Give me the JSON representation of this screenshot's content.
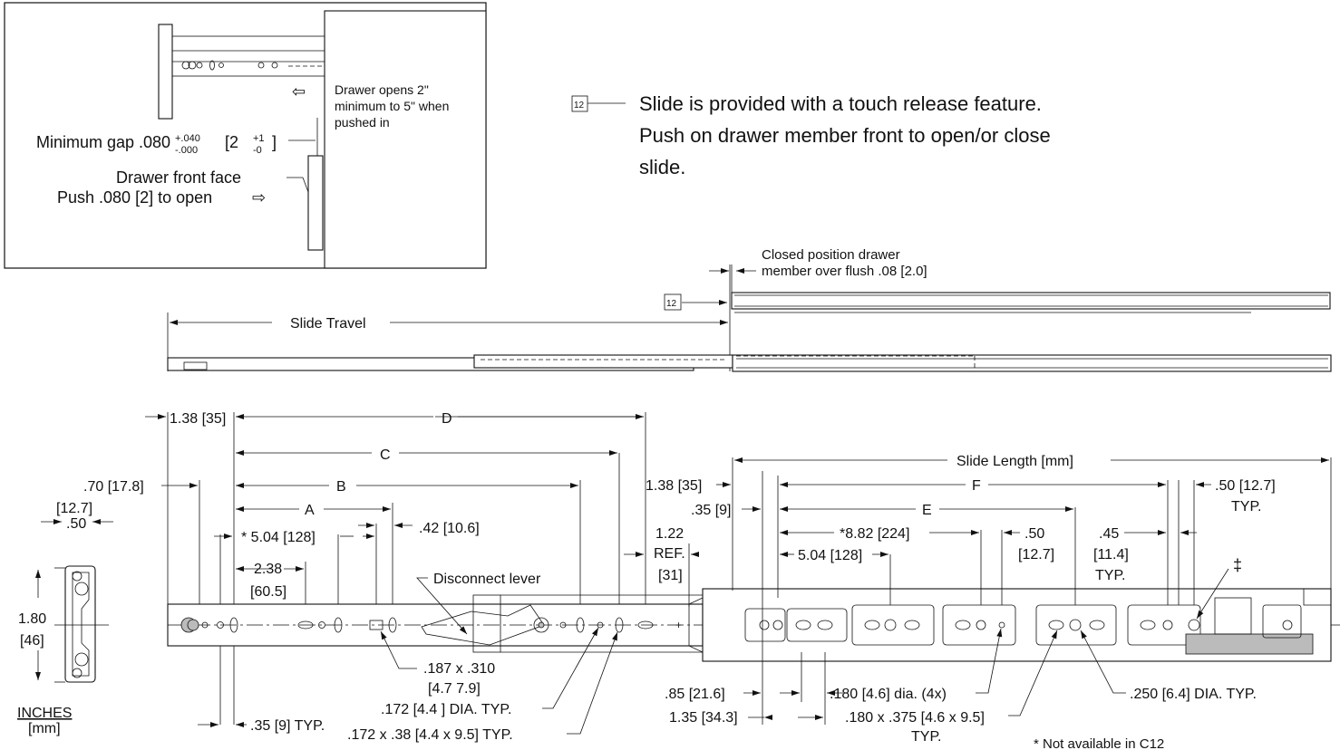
{
  "detail_view": {
    "opens_note_l1": "Drawer opens 2\"",
    "opens_note_l2": "minimum to 5\" when",
    "opens_note_l3": "pushed in",
    "min_gap_label": "Minimum gap .080",
    "min_gap_tol_upper": "+.040",
    "min_gap_tol_lower": "-.000",
    "min_gap_metric": "[2",
    "min_gap_metric_upper": "+1",
    "min_gap_metric_lower": "-0",
    "min_gap_metric_close": "]",
    "front_face_label": "Drawer front face",
    "push_label": "Push .080 [2] to open"
  },
  "note_12": {
    "number": "12",
    "line1": "Slide is provided with a touch release feature.",
    "line2": "Push on drawer member front to open/or close",
    "line3": "slide."
  },
  "side_view": {
    "closed_note_l1": "Closed position drawer",
    "closed_note_l2": "member over flush .08 [2.0]",
    "note_marker": "12",
    "travel_label": "Slide Travel"
  },
  "dimensions": {
    "d138": "1.38 [35]",
    "D": "D",
    "C": "C",
    "B": "B",
    "A": "A",
    "d70": ".70 [17.8]",
    "d127_metric": "[12.7]",
    "d50": ".50",
    "d504": "* 5.04 [128]",
    "d42": ".42 [10.6]",
    "d238": "2.38",
    "d605": "[60.5]",
    "d180": "1.80",
    "d46": "[46]",
    "units_inches": "INCHES",
    "units_mm": "[mm]",
    "disconnect": "Disconnect lever",
    "d187": ".187 x .310",
    "d47": "[4.7 7.9]",
    "d172": ".172 [4.4 ] DIA. TYP.",
    "d172x38": ".172 x .38 [4.4 x 9.5]  TYP.",
    "d35typ": ".35 [9] TYP.",
    "slide_length": "Slide Length [mm]",
    "d138r": "1.38 [35]",
    "F": "F",
    "d50typ": ".50 [12.7]",
    "typ": "TYP.",
    "d35r": ".35 [9]",
    "E": "E",
    "d122": "1.22",
    "ref": "REF.",
    "d31": "[31]",
    "d882": "*8.82 [224]",
    "d50r": ".50",
    "d127r": "[12.7]",
    "d45": ".45",
    "d114": "[11.4]",
    "typ2": "TYP.",
    "d504r": "5.04 [128]",
    "dagger": "‡",
    "d85": ".85 [21.6]",
    "d135": "1.35 [34.3]",
    "d180dia": ".180 [4.6] dia. (4x)",
    "d180x375": ".180 x .375 [4.6 x 9.5]",
    "typ3": "TYP.",
    "d250": ".250 [6.4] DIA. TYP.",
    "footnote": "* Not available in C12"
  }
}
